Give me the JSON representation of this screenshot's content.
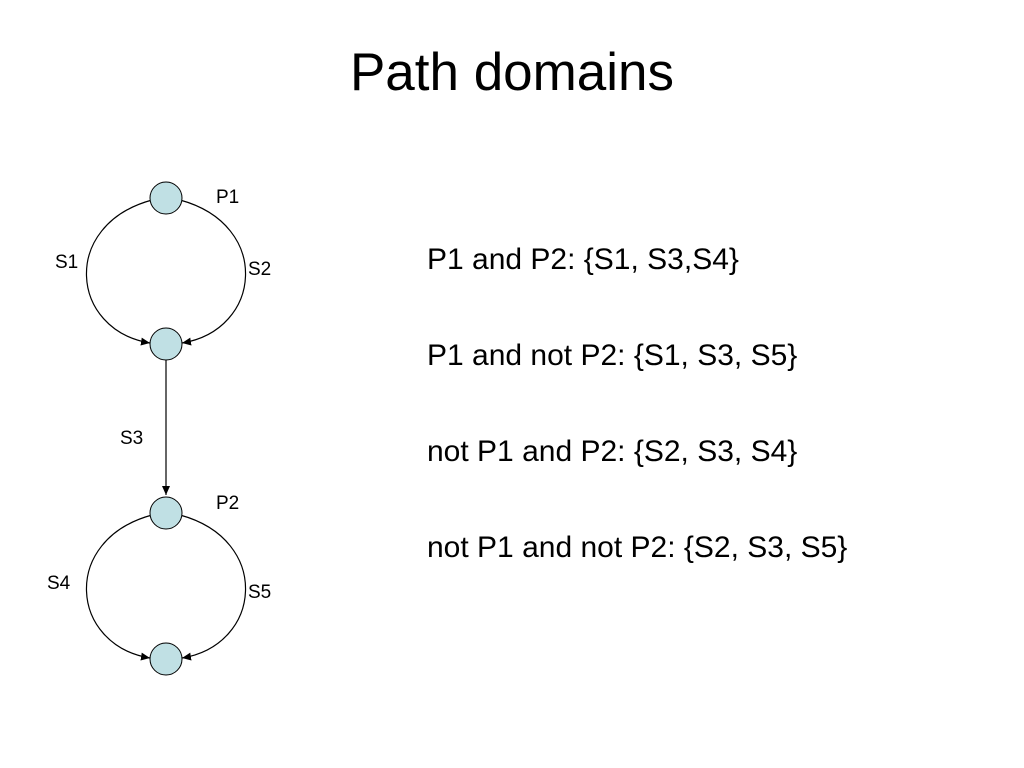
{
  "title": "Path domains",
  "graph": {
    "nodes": [
      {
        "id": "n1",
        "label": "P1"
      },
      {
        "id": "n2",
        "label": ""
      },
      {
        "id": "n3",
        "label": "P2"
      },
      {
        "id": "n4",
        "label": ""
      }
    ],
    "edges": [
      {
        "id": "S1",
        "from": "n1",
        "to": "n2",
        "label": "S1"
      },
      {
        "id": "S2",
        "from": "n1",
        "to": "n2",
        "label": "S2"
      },
      {
        "id": "S3",
        "from": "n2",
        "to": "n3",
        "label": "S3"
      },
      {
        "id": "S4",
        "from": "n3",
        "to": "n4",
        "label": "S4"
      },
      {
        "id": "S5",
        "from": "n3",
        "to": "n4",
        "label": "S5"
      }
    ],
    "node_fill": "#c0e0e4"
  },
  "domains": [
    "P1 and P2: {S1, S3,S4}",
    "P1 and not P2: {S1, S3, S5}",
    "not P1 and P2: {S2, S3, S4}",
    "not P1 and not P2: {S2, S3, S5}"
  ]
}
